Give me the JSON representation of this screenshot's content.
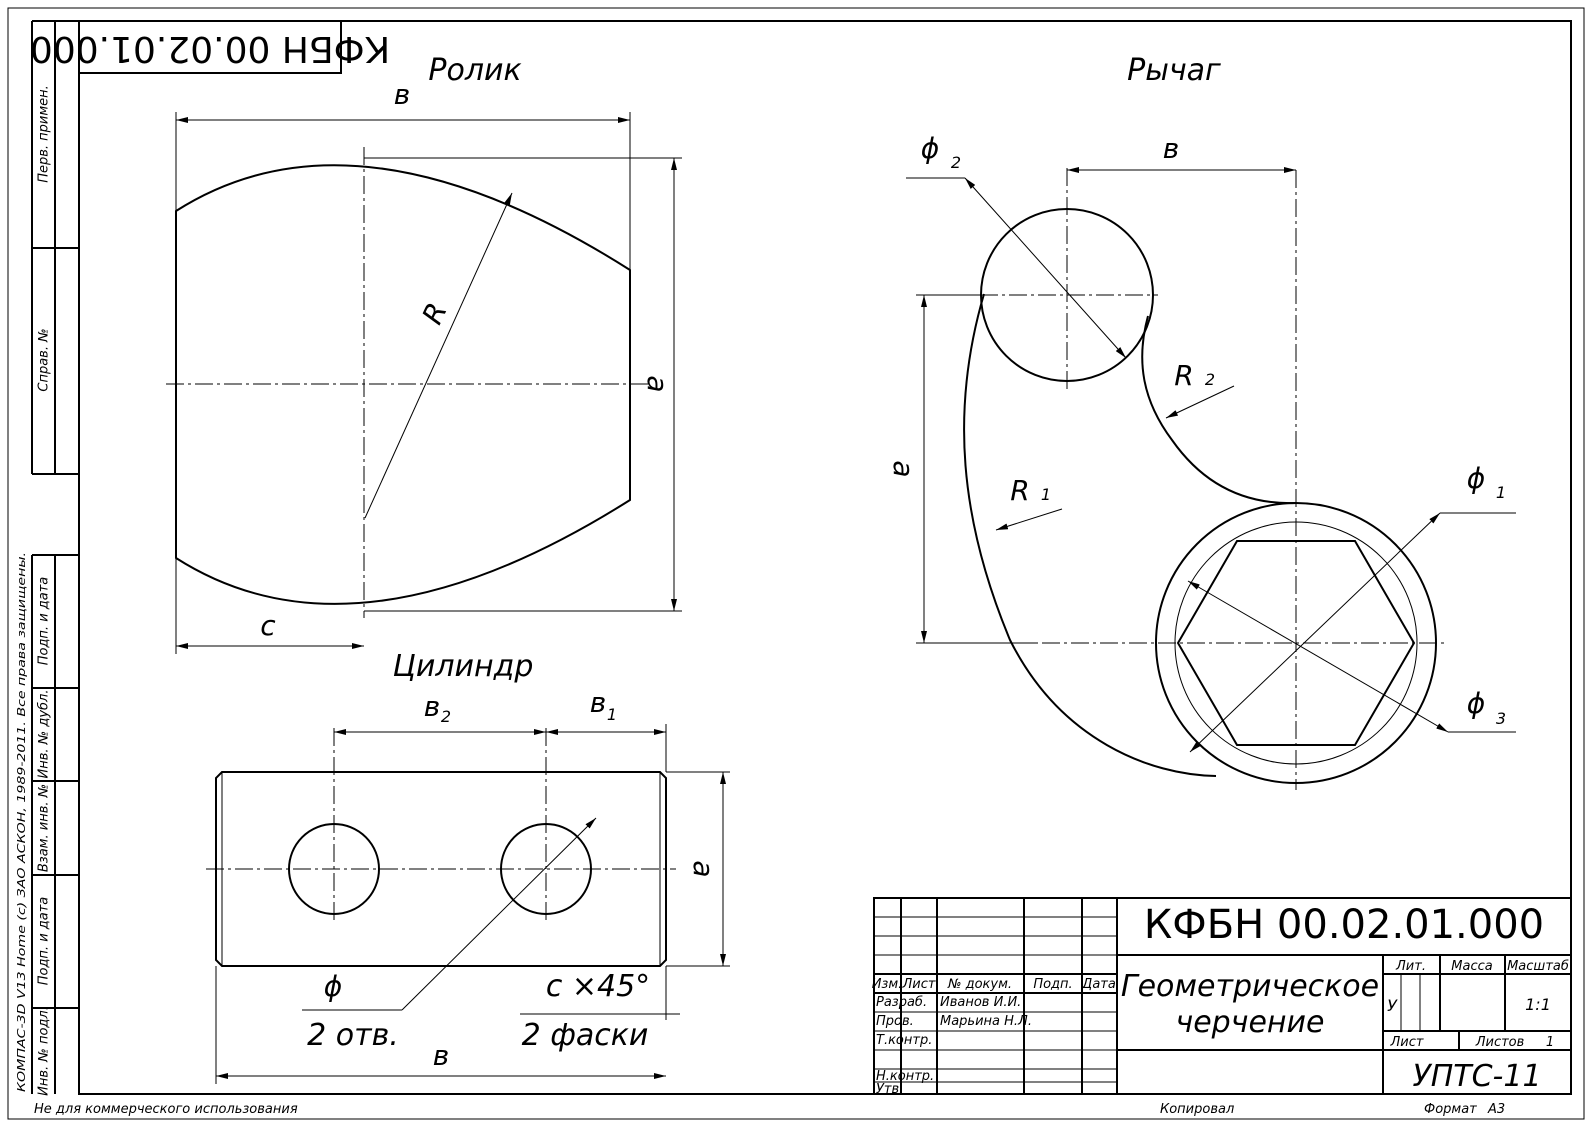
{
  "drawing_number": "КФБН 00.02.01.000",
  "views": {
    "roller": {
      "title": "Ролик",
      "dims": {
        "width": "в",
        "height": "а",
        "radius": "R",
        "offset": "с"
      }
    },
    "lever": {
      "title": "Рычаг",
      "dims": {
        "width": "в",
        "height": "а",
        "phi": "ϕ",
        "phi2_sub": "2",
        "r": "R",
        "r2_sub": "2",
        "r1_sub": "1",
        "phi1_sub": "1",
        "phi3_sub": "3"
      }
    },
    "cylinder": {
      "title": "Цилиндр",
      "dims": {
        "b": "в",
        "b2_sub": "2",
        "b1_sub": "1",
        "height": "а",
        "phi": "ϕ",
        "holes": "2 отв.",
        "chamfer": "с ×45°",
        "chamfers": "2 фаски",
        "length": "в"
      }
    }
  },
  "side_stamp": {
    "perv_primen": "Перв. примен.",
    "sprav_no": "Справ. №",
    "podp_data_1": "Подп. и дата",
    "inv_dubl": "Инв. № дубл.",
    "vzam_inv": "Взам. инв. №",
    "podp_data_2": "Подп. и дата",
    "inv_podl": "Инв. № подл.",
    "copyright": "КОМПАС-3D V13 Home (c) ЗАО АСКОН, 1989-2011. Все права защищены."
  },
  "title_block": {
    "designation": "КФБН 00.02.01.000",
    "name_line1": "Геометрическое",
    "name_line2": "черчение",
    "org": "УПТС-11",
    "head": {
      "izm": "Изм.",
      "list": "Лист",
      "doc": "№ докум.",
      "podp": "Подп.",
      "data": "Дата"
    },
    "rows": {
      "razrab": "Разраб.",
      "razrab_name": "Иванов И.И.",
      "prov": "Пров.",
      "prov_name": "Марьина Н.Л.",
      "tkontr": "Т.контр.",
      "nkontr": "Н.контр.",
      "utv": "Утв."
    },
    "lit": "Лит.",
    "massa": "Масса",
    "masshtab": "Масштаб",
    "lit_value": "У",
    "scale_value": "1:1",
    "sheet": "Лист",
    "sheets": "Листов",
    "sheets_value": "1"
  },
  "footer": {
    "noncommercial": "Не для коммерческого использования",
    "copied": "Копировал",
    "format": "Формат",
    "format_value": "А3"
  }
}
